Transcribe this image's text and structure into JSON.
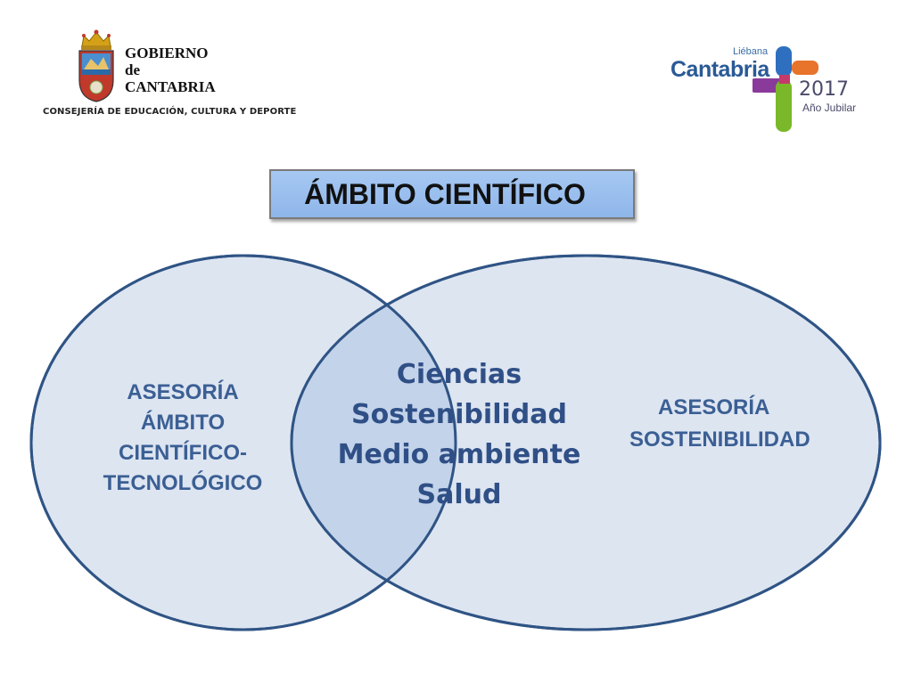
{
  "header": {
    "gov_logo": {
      "lines": [
        "GOBIERNO",
        "de",
        "CANTABRIA"
      ],
      "department": "CONSEJERÍA DE EDUCACIÓN, CULTURA Y DEPORTE"
    },
    "jubilee_logo": {
      "top": "Liébana",
      "brand": "Cantabria",
      "year": "2017",
      "subtitle": "Año Jubilar"
    }
  },
  "title": "ÁMBITO CIENTÍFICO",
  "venn": {
    "left": [
      "ASESORÍA",
      "ÁMBITO",
      "CIENTÍFICO-",
      "TECNOLÓGICO"
    ],
    "right": [
      "ASESORÍA",
      "SOSTENIBILIDAD"
    ],
    "intersection": [
      "Ciencias",
      "Sostenibilidad",
      "Medio ambiente",
      "Salud"
    ]
  },
  "colors": {
    "ellipse_fill": "#dde5f1",
    "ellipse_stroke": "#2f5485",
    "intersection_fill": "#c3d3ea",
    "title_box": "#99bfee",
    "label_text": "#3b5f94"
  }
}
